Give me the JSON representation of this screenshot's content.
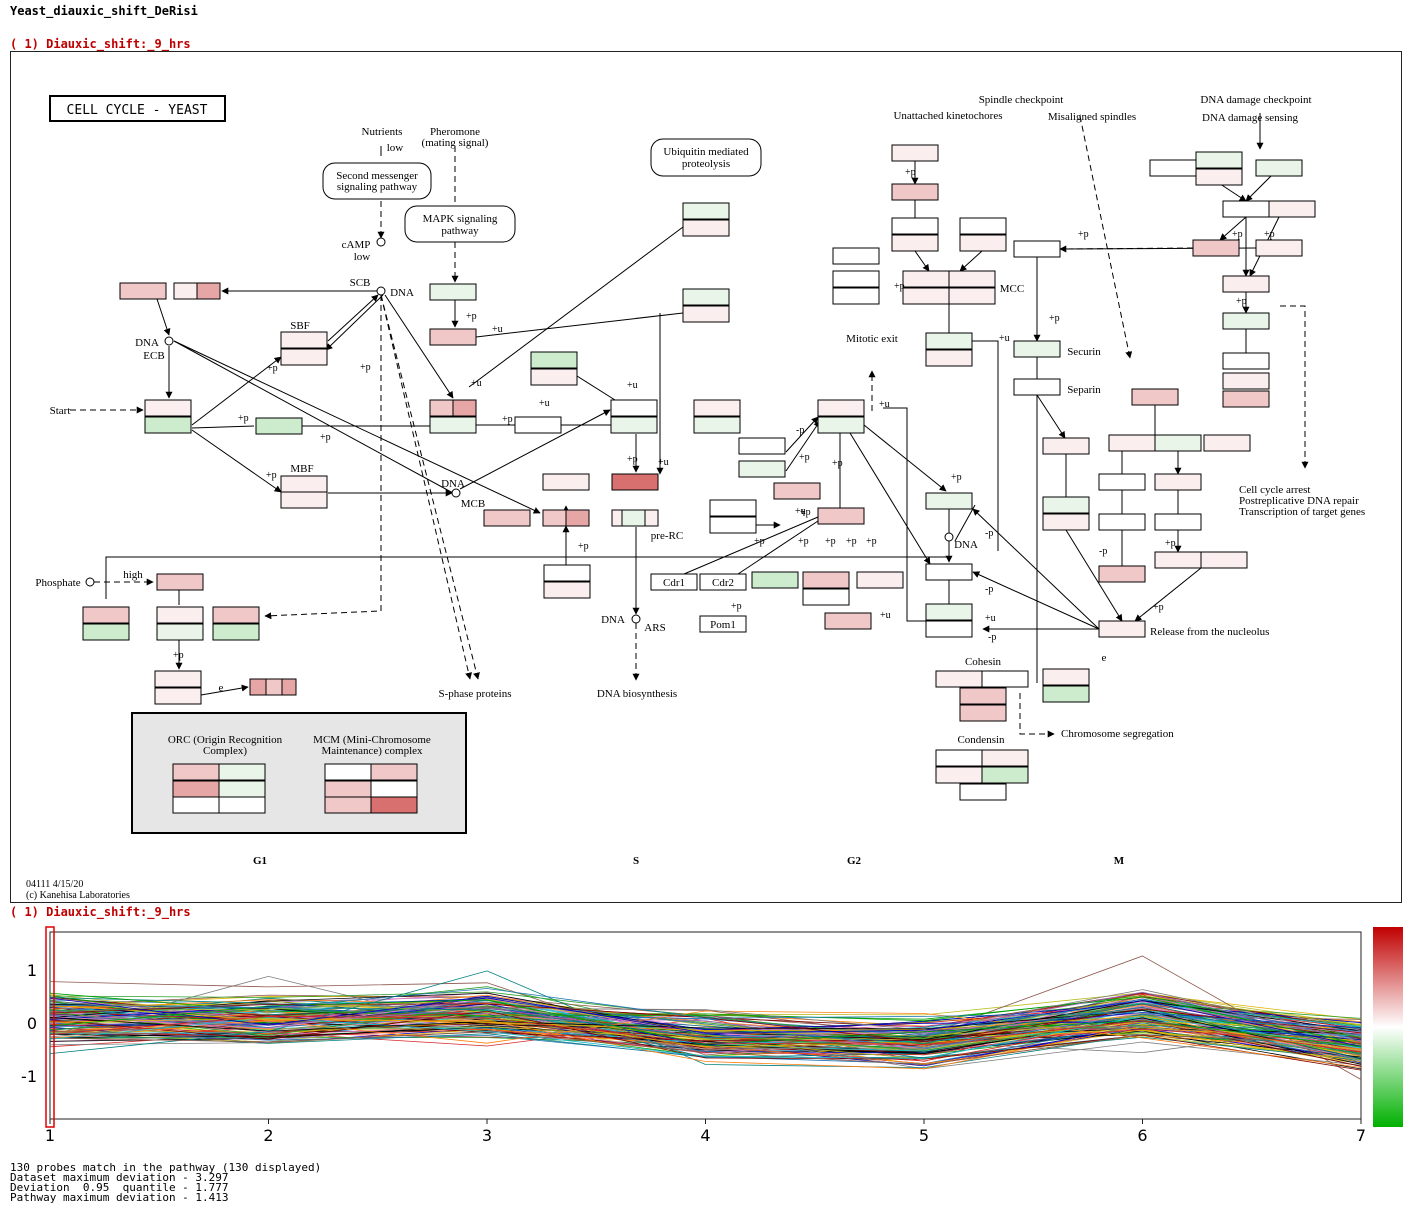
{
  "dataset_title": "Yeast_diauxic_shift_DeRisi",
  "sample_label": "(  1) Diauxic_shift:_9_hrs",
  "pathway": {
    "title": "CELL CYCLE - YEAST",
    "version": "04111 4/15/20",
    "copyright": "(c) Kanehisa Laboratories",
    "phases": [
      "G1",
      "S",
      "G2",
      "M"
    ],
    "labels": {
      "nutrients": "Nutrients",
      "low": "low",
      "pheromone": "Pheromone",
      "mating_signal": "(mating signal)",
      "second_messenger_1": "Second messenger",
      "second_messenger_2": "signaling pathway",
      "mapk_1": "MAPK signaling",
      "mapk_2": "pathway",
      "ubiquitin_1": "Ubiquitin mediated",
      "ubiquitin_2": "proteolysis",
      "camp": "cAMP",
      "scb": "SCB",
      "dna": "DNA",
      "ecb": "ECB",
      "sbf": "SBF",
      "mbf": "MBF",
      "mcb": "MCB",
      "start": "Start",
      "phosphate": "Phosphate",
      "high": "high",
      "e": "e",
      "pre_rc": "pre-RC",
      "ars": "ARS",
      "dna_biosynthesis": "DNA biosynthesis",
      "s_phase_proteins": "S-phase proteins",
      "orc_1": "ORC (Origin Recognition",
      "orc_2": "Complex)",
      "mcm_1": "MCM (Mini-Chromosome",
      "mcm_2": "Maintenance) complex",
      "cdr1": "Cdr1",
      "cdr2": "Cdr2",
      "pom1": "Pom1",
      "mitotic_exit": "Mitotic exit",
      "spindle_checkpoint": "Spindle checkpoint",
      "unattached": "Unattached kinetochores",
      "misaligned": "Misaligned spindles",
      "mcc": "MCC",
      "securin": "Securin",
      "separin": "Separin",
      "dna_damage_checkpoint": "DNA damage checkpoint",
      "dna_damage_sensing": "DNA damage sensing",
      "cell_cycle_arrest": "Cell cycle arrest",
      "postreplicative": "Postreplicative DNA repair",
      "transcription": "Transcription of target genes",
      "release": "Release from the nucleolus",
      "cohesin": "Cohesin",
      "condensin": "Condensin",
      "chromosome_segregation": "Chromosome segregation",
      "plus_p": "+p",
      "minus_p": "-p",
      "plus_u": "+u"
    }
  },
  "expression_plot": {
    "x_ticks": [
      "1",
      "2",
      "3",
      "4",
      "5",
      "6",
      "7"
    ],
    "y_ticks": [
      "1",
      "0",
      "-1"
    ],
    "selected_x": "1",
    "color_scale": [
      "#c00000",
      "#ffffff",
      "#00b000"
    ]
  },
  "footer": {
    "line1": "130 probes match in the pathway (130 displayed)",
    "line2": "Dataset maximum deviation - 3.297",
    "line3": "Deviation  0.95  quantile - 1.777",
    "line4": "Pathway maximum deviation - 1.413"
  }
}
